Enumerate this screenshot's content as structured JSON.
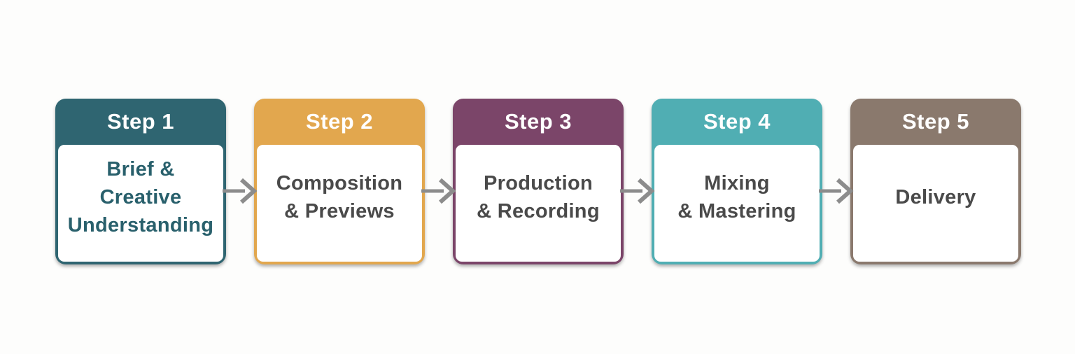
{
  "diagram": {
    "title": "5-step process flow",
    "background_color": "#FDFDFC",
    "card_body_background": "#FFFFFF",
    "header_text_color": "#FFFFFF"
  },
  "connector": {
    "arrow_icon": "right-arrow",
    "arrow_color": "#8C8C8C"
  },
  "steps": [
    {
      "title": "Step 1",
      "body": "Brief &\nCreative\nUnderstanding",
      "accent_color": "#2F6571",
      "body_text_color": "#29606C"
    },
    {
      "title": "Step 2",
      "body": "Composition\n& Previews",
      "accent_color": "#E2A74E",
      "body_text_color": "#4A4A4A"
    },
    {
      "title": "Step 3",
      "body": "Production\n& Recording",
      "accent_color": "#7B4569",
      "body_text_color": "#4A4A4A"
    },
    {
      "title": "Step 4",
      "body": "Mixing\n& Mastering",
      "accent_color": "#50AEB3",
      "body_text_color": "#4A4A4A"
    },
    {
      "title": "Step 5",
      "body": "Delivery",
      "accent_color": "#8A796D",
      "body_text_color": "#4A4A4A"
    }
  ]
}
